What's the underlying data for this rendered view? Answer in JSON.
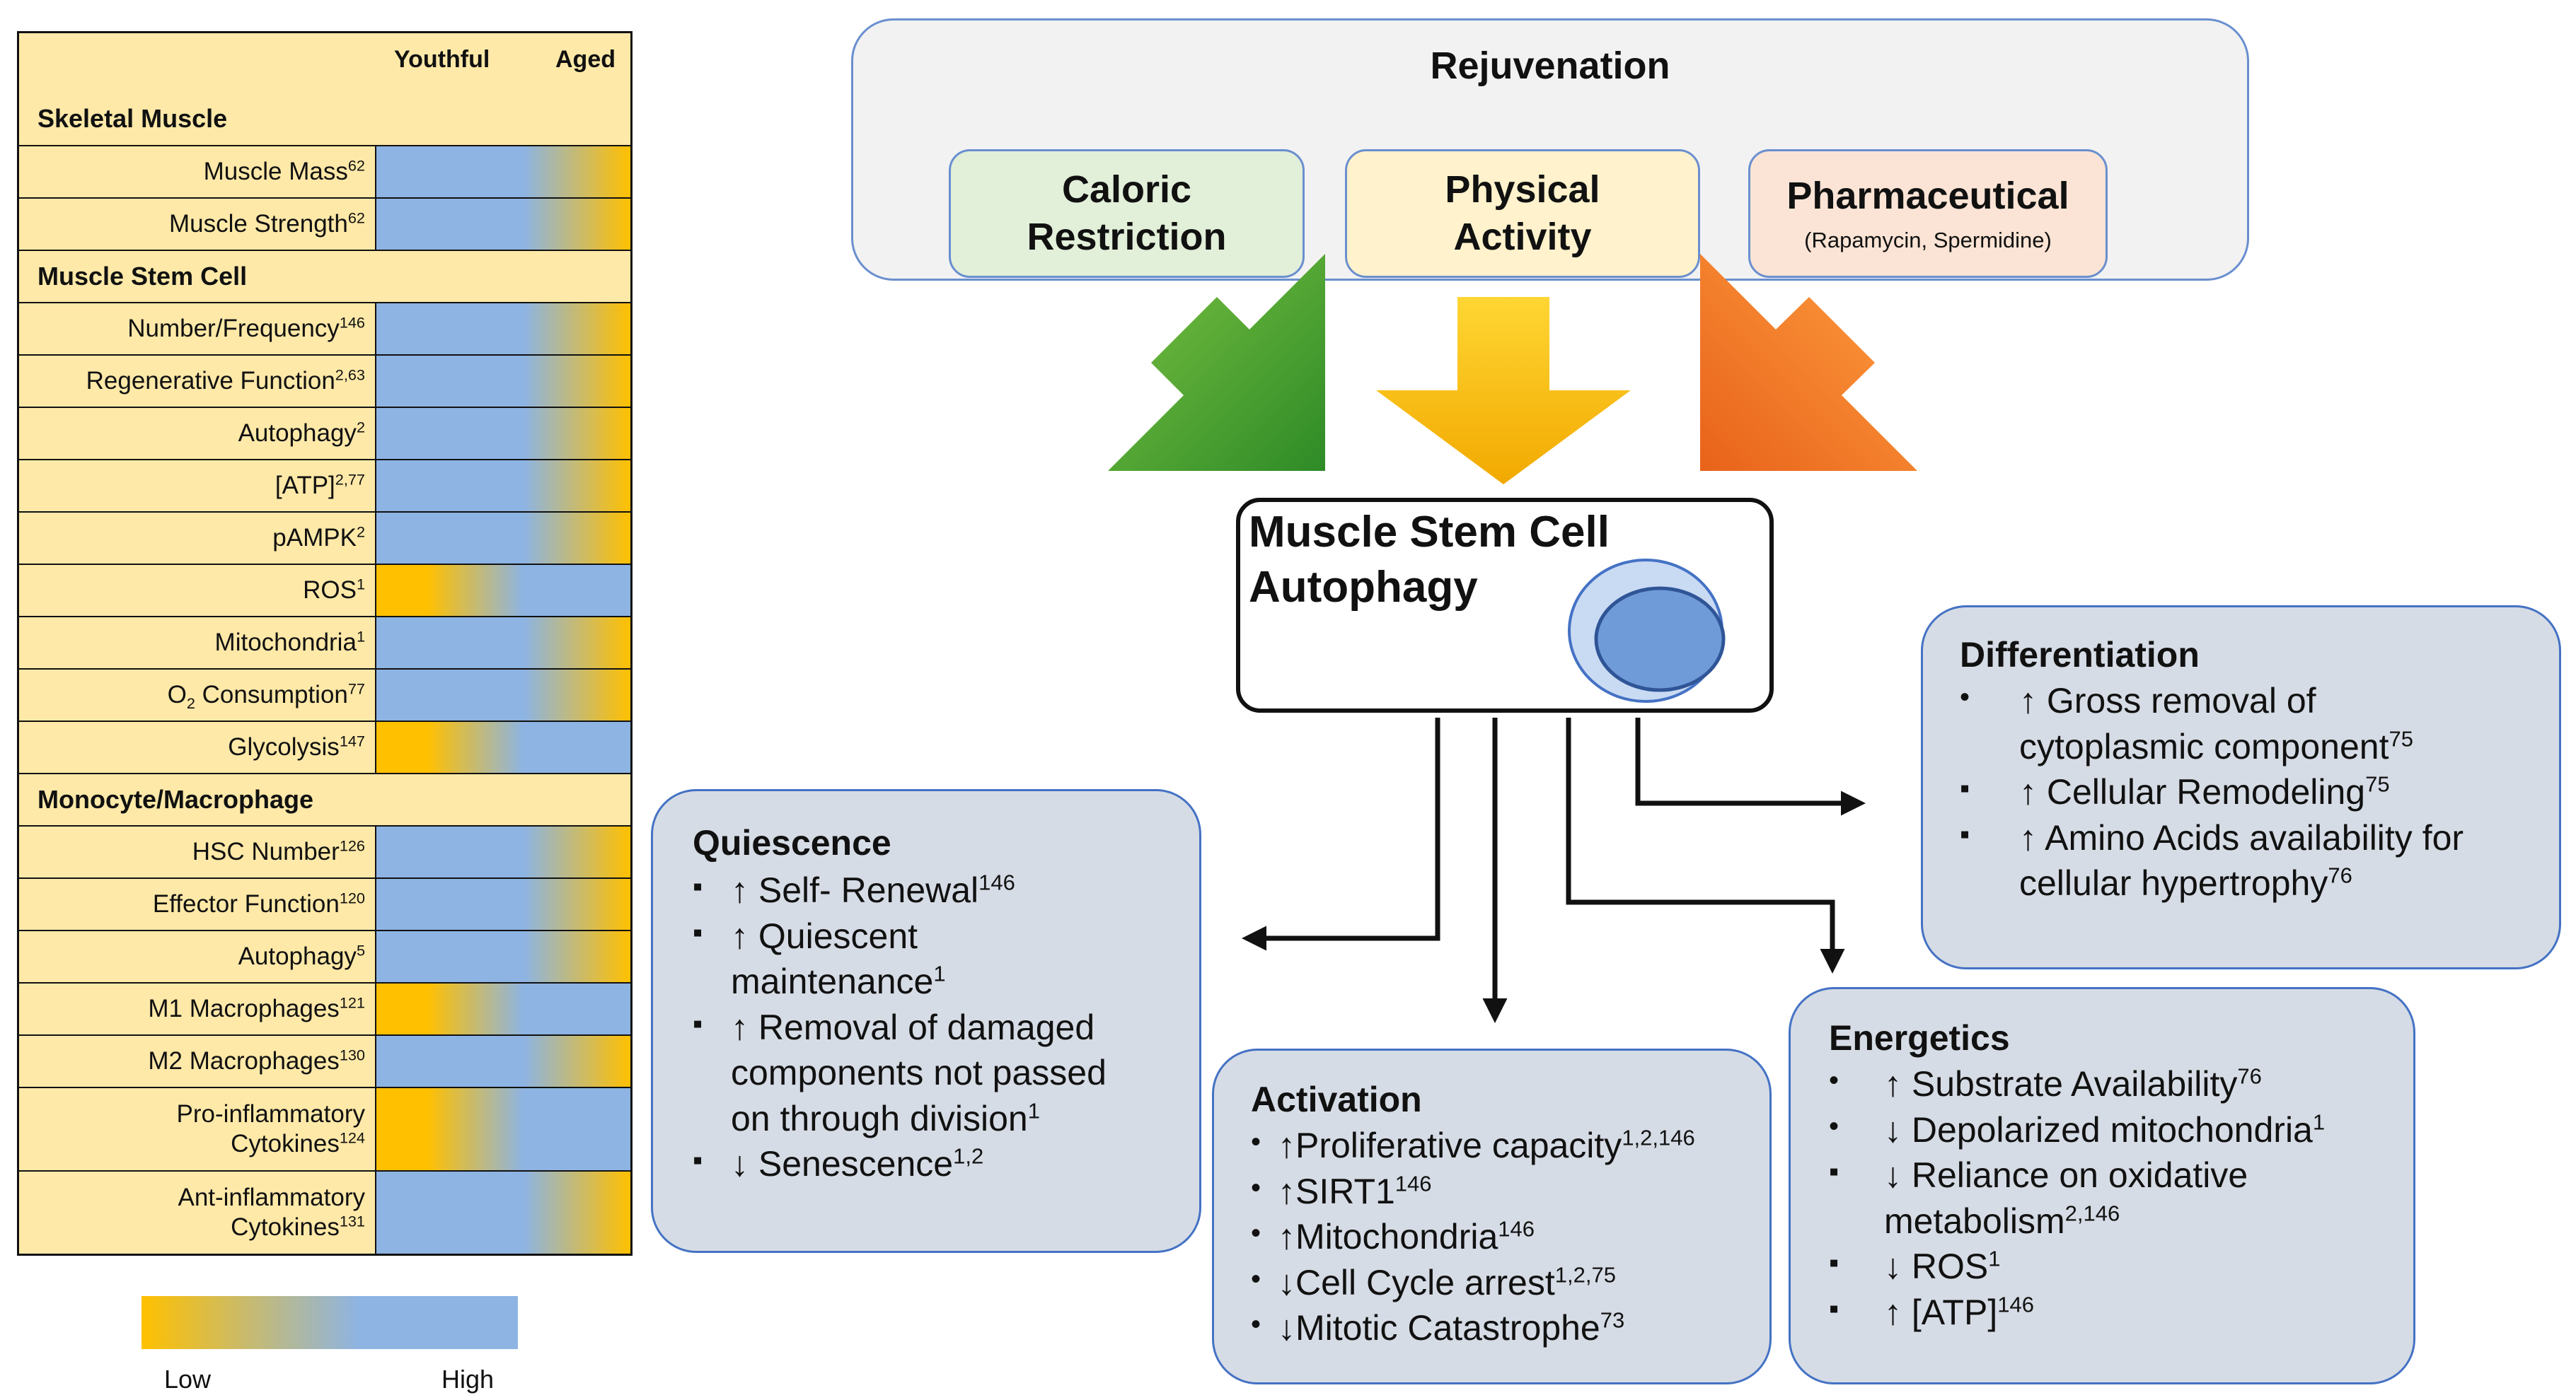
{
  "table": {
    "col_youthful": "Youthful",
    "col_aged": "Aged",
    "sections": [
      {
        "title": "Skeletal Muscle",
        "rows": [
          {
            "label": "Muscle Mass",
            "ref": "62",
            "trend": "high-to-low"
          },
          {
            "label": "Muscle Strength",
            "ref": "62",
            "trend": "high-to-low"
          }
        ]
      },
      {
        "title": "Muscle Stem Cell",
        "rows": [
          {
            "label": "Number/Frequency",
            "ref": "146",
            "trend": "high-to-low"
          },
          {
            "label": "Regenerative Function",
            "ref": "2,63",
            "trend": "high-to-low"
          },
          {
            "label": "Autophagy",
            "ref": "2",
            "trend": "high-to-low"
          },
          {
            "label": "[ATP]",
            "ref": "2,77",
            "trend": "high-to-low"
          },
          {
            "label": "pAMPK",
            "ref": "2",
            "trend": "high-to-low"
          },
          {
            "label": "ROS",
            "ref": "1",
            "trend": "low-to-high"
          },
          {
            "label": "Mitochondria",
            "ref": "1",
            "trend": "high-to-low"
          },
          {
            "label": "O",
            "sub": "2",
            "label_rest": " Consumption",
            "ref": "77",
            "trend": "high-to-low"
          },
          {
            "label": "Glycolysis",
            "ref": "147",
            "trend": "low-to-high"
          }
        ]
      },
      {
        "title": "Monocyte/Macrophage",
        "rows": [
          {
            "label": "HSC Number",
            "ref": "126",
            "trend": "high-to-low"
          },
          {
            "label": "Effector Function",
            "ref": "120",
            "trend": "high-to-low"
          },
          {
            "label": "Autophagy",
            "ref": "5",
            "trend": "high-to-low"
          },
          {
            "label": "M1 Macrophages",
            "ref": "121",
            "trend": "low-to-high"
          },
          {
            "label": "M2 Macrophages",
            "ref": "130",
            "trend": "high-to-low"
          },
          {
            "label": "Pro-inflammatory",
            "label2": "Cytokines",
            "ref": "124",
            "trend": "low-to-high"
          },
          {
            "label": "Ant-inflammatory",
            "label2": "Cytokines",
            "ref": "131",
            "trend": "high-to-low"
          }
        ]
      }
    ]
  },
  "legend": {
    "low": "Low",
    "high": "High",
    "low_color": "#ffc000",
    "high_color": "#8db4e3"
  },
  "rejuvenation": {
    "title": "Rejuvenation",
    "caloric": [
      "Caloric",
      "Restriction"
    ],
    "physical": [
      "Physical",
      "Activity"
    ],
    "pharma": "Pharmaceutical",
    "pharma_sub": "(Rapamycin, Spermidine)"
  },
  "core": {
    "line1": "Muscle Stem Cell",
    "line2": "Autophagy"
  },
  "quiescence": {
    "title": "Quiescence",
    "items": [
      {
        "bullet": "▪",
        "lines": [
          "↑ Self- Renewal"
        ],
        "ref": "146"
      },
      {
        "bullet": "▪",
        "lines": [
          "↑ Quiescent",
          "maintenance"
        ],
        "ref": "1"
      },
      {
        "bullet": "▪",
        "lines": [
          "↑ Removal of damaged",
          "components not passed",
          "on through division"
        ],
        "ref": "1"
      },
      {
        "bullet": "▪",
        "lines": [
          "↓ Senescence"
        ],
        "ref": "1,2"
      }
    ]
  },
  "activation": {
    "title": "Activation",
    "items": [
      {
        "bullet": "•",
        "text": "↑Proliferative capacity",
        "ref": "1,2,146"
      },
      {
        "bullet": "•",
        "text": "↑SIRT1",
        "ref": "146"
      },
      {
        "bullet": "•",
        "text": "↑Mitochondria",
        "ref": "146"
      },
      {
        "bullet": "•",
        "text": "↓Cell Cycle arrest",
        "ref": "1,2,75"
      },
      {
        "bullet": "•",
        "text": "↓Mitotic Catastrophe",
        "ref": "73"
      }
    ]
  },
  "energetics": {
    "title": "Energetics",
    "items": [
      {
        "bullet": "•",
        "lines": [
          "↑ Substrate Availability"
        ],
        "ref": "76"
      },
      {
        "bullet": "•",
        "lines": [
          "↓ Depolarized mitochondria"
        ],
        "ref": "1"
      },
      {
        "bullet": "▪",
        "lines": [
          "↓ Reliance on oxidative",
          "metabolism"
        ],
        "ref": "2,146"
      },
      {
        "bullet": "▪",
        "lines": [
          "↓ ROS"
        ],
        "ref": "1"
      },
      {
        "bullet": "▪",
        "lines": [
          "↑ [ATP]"
        ],
        "ref": "146"
      }
    ]
  },
  "differentiation": {
    "title": "Differentiation",
    "items": [
      {
        "bullet": "•",
        "lines": [
          "↑ Gross removal of",
          "cytoplasmic component"
        ],
        "ref": "75"
      },
      {
        "bullet": "▪",
        "lines": [
          "↑ Cellular Remodeling"
        ],
        "ref": "75"
      },
      {
        "bullet": "▪",
        "lines": [
          "↑ Amino Acids availability for",
          "cellular hypertrophy"
        ],
        "ref": "76"
      }
    ]
  },
  "colors": {
    "green_arrow": "#3a9a2e",
    "yellow_arrow": "#ffc000",
    "orange_arrow": "#f07a1e",
    "panel_fill": "#d6dce5",
    "panel_border": "#4472c4",
    "cell_fill": "#6f9bd8"
  }
}
